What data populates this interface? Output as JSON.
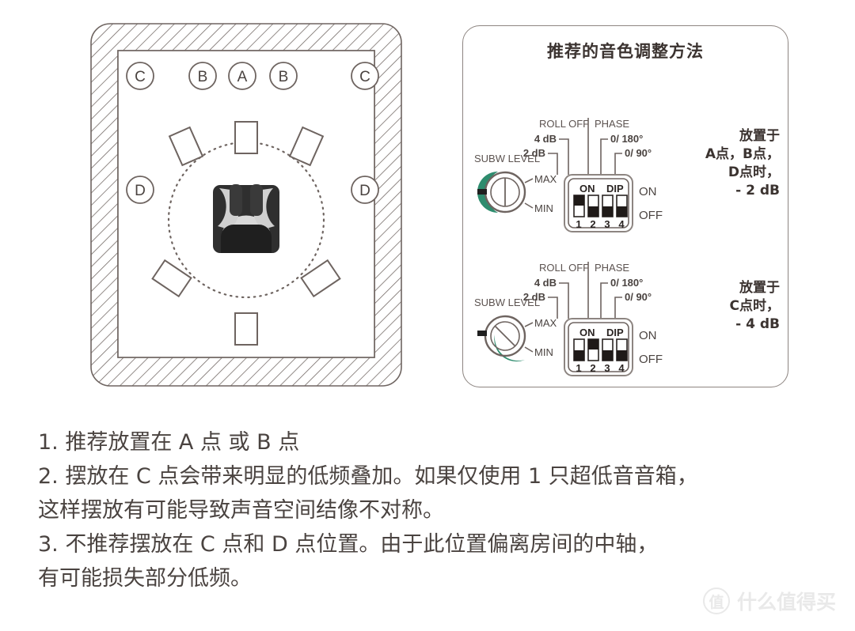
{
  "room_diagram": {
    "title": "subwoofer placement room plan",
    "position_labels": [
      {
        "id": "C",
        "label": "C",
        "corner": "top-left"
      },
      {
        "id": "B",
        "label": "B",
        "corner": "front-left"
      },
      {
        "id": "A",
        "label": "A",
        "corner": "front-center"
      },
      {
        "id": "B2",
        "label": "B",
        "corner": "front-right"
      },
      {
        "id": "C2",
        "label": "C",
        "corner": "top-right"
      },
      {
        "id": "D",
        "label": "D",
        "corner": "side-left"
      },
      {
        "id": "D2",
        "label": "D",
        "corner": "side-right"
      }
    ],
    "speakers": 5,
    "listener": "seated-listener-icon"
  },
  "settings_panel": {
    "title": "推荐的音色调整方法",
    "configs": [
      {
        "knob_label": "SUBW LEVEL",
        "knob_max": "MAX",
        "knob_min": "MIN",
        "group_left": "ROLL OFF",
        "group_right": "PHASE",
        "leader_labels": [
          "4 dB",
          "2 dB",
          "0/ 180°",
          "0/ 90°"
        ],
        "dip_on_label": "ON",
        "dip_title": "DIP",
        "side_on": "ON",
        "side_off": "OFF",
        "switch_numbers": [
          "1",
          "2",
          "3",
          "4"
        ],
        "switch_states": [
          "on",
          "off",
          "off",
          "off"
        ],
        "note": "放置于\nA点，B点，\nD点时，\n- 2 dB"
      },
      {
        "knob_label": "SUBW LEVEL",
        "knob_max": "MAX",
        "knob_min": "MIN",
        "group_left": "ROLL OFF",
        "group_right": "PHASE",
        "leader_labels": [
          "4 dB",
          "2 dB",
          "0/ 180°",
          "0/ 90°"
        ],
        "dip_on_label": "ON",
        "dip_title": "DIP",
        "side_on": "ON",
        "side_off": "OFF",
        "switch_numbers": [
          "1",
          "2",
          "3",
          "4"
        ],
        "switch_states": [
          "off",
          "on",
          "off",
          "off"
        ],
        "note": "放置于\nC点时，\n- 4 dB"
      }
    ]
  },
  "notes": [
    "1. 推荐放置在 A 点 或 B 点",
    "2. 摆放在 C 点会带来明显的低频叠加。如果仅使用 1 只超低音音箱，\n这样摆放有可能导致声音空间结像不对称。",
    "3. 不推荐摆放在 C 点和 D 点位置。由于此位置偏离房间的中轴，\n有可能损失部分低频。"
  ],
  "watermark": {
    "badge": "值",
    "text": "什么值得买"
  },
  "colors": {
    "line": "#6e6460",
    "text": "#4a4340",
    "knob_accent": "#2e8c6e",
    "watermark": "#e9e9e9"
  }
}
